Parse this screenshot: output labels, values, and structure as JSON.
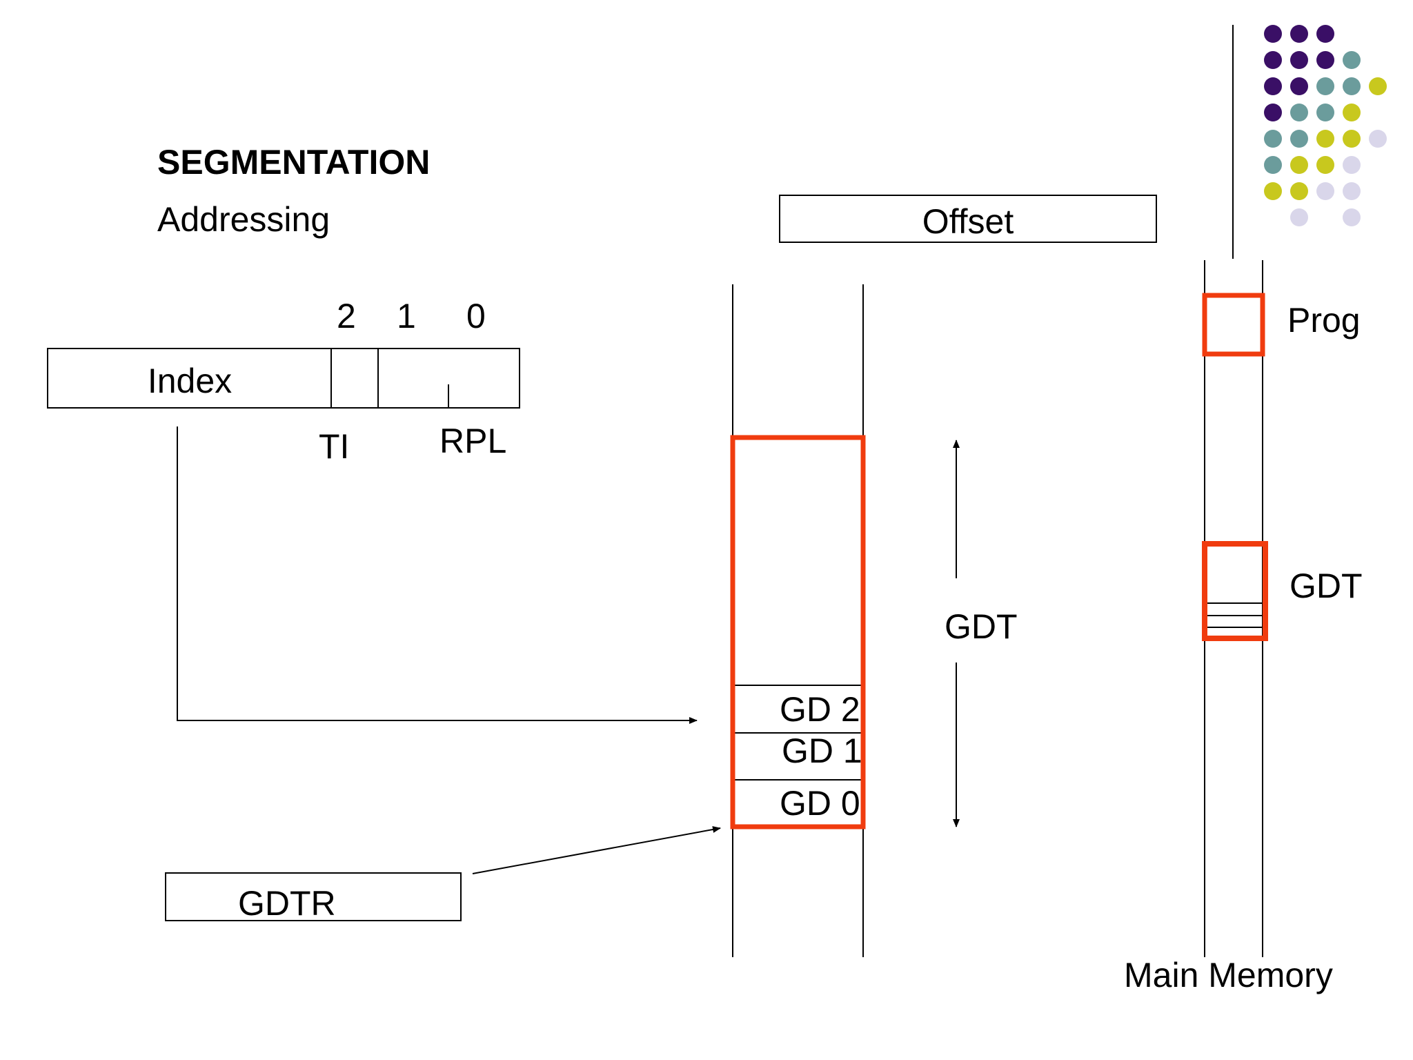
{
  "header": {
    "title": "SEGMENTATION",
    "subtitle": "Addressing"
  },
  "selector": {
    "bit_numbers": [
      "2",
      "1",
      "0"
    ],
    "index_label": "Index",
    "ti_label": "TI",
    "rpl_label": "RPL"
  },
  "offset_label": "Offset",
  "gdtr_label": "GDTR",
  "gdt_table": {
    "span_label": "GDT",
    "entries": [
      "GD 2",
      "GD 1",
      "GD 0"
    ]
  },
  "main_memory": {
    "label": "Main Memory",
    "prog_label": "Prog",
    "gdt_label": "GDT"
  },
  "colors": {
    "highlight": "#f03c0f",
    "purple": "#3a0f66",
    "teal": "#6b9c9c",
    "olive": "#c8c81e",
    "lavender": "#d9d6ea"
  },
  "decor_dots": [
    [
      "purple",
      "purple",
      "purple",
      null,
      null
    ],
    [
      "purple",
      "purple",
      "purple",
      "teal",
      null
    ],
    [
      "purple",
      "purple",
      "teal",
      "teal",
      "olive"
    ],
    [
      "purple",
      "teal",
      "teal",
      "olive",
      null
    ],
    [
      "teal",
      "teal",
      "olive",
      "olive",
      "lavender"
    ],
    [
      "teal",
      "olive",
      "olive",
      "lavender",
      null
    ],
    [
      "olive",
      "olive",
      "lavender",
      "lavender",
      null
    ],
    [
      null,
      "lavender",
      null,
      "lavender",
      null
    ]
  ]
}
